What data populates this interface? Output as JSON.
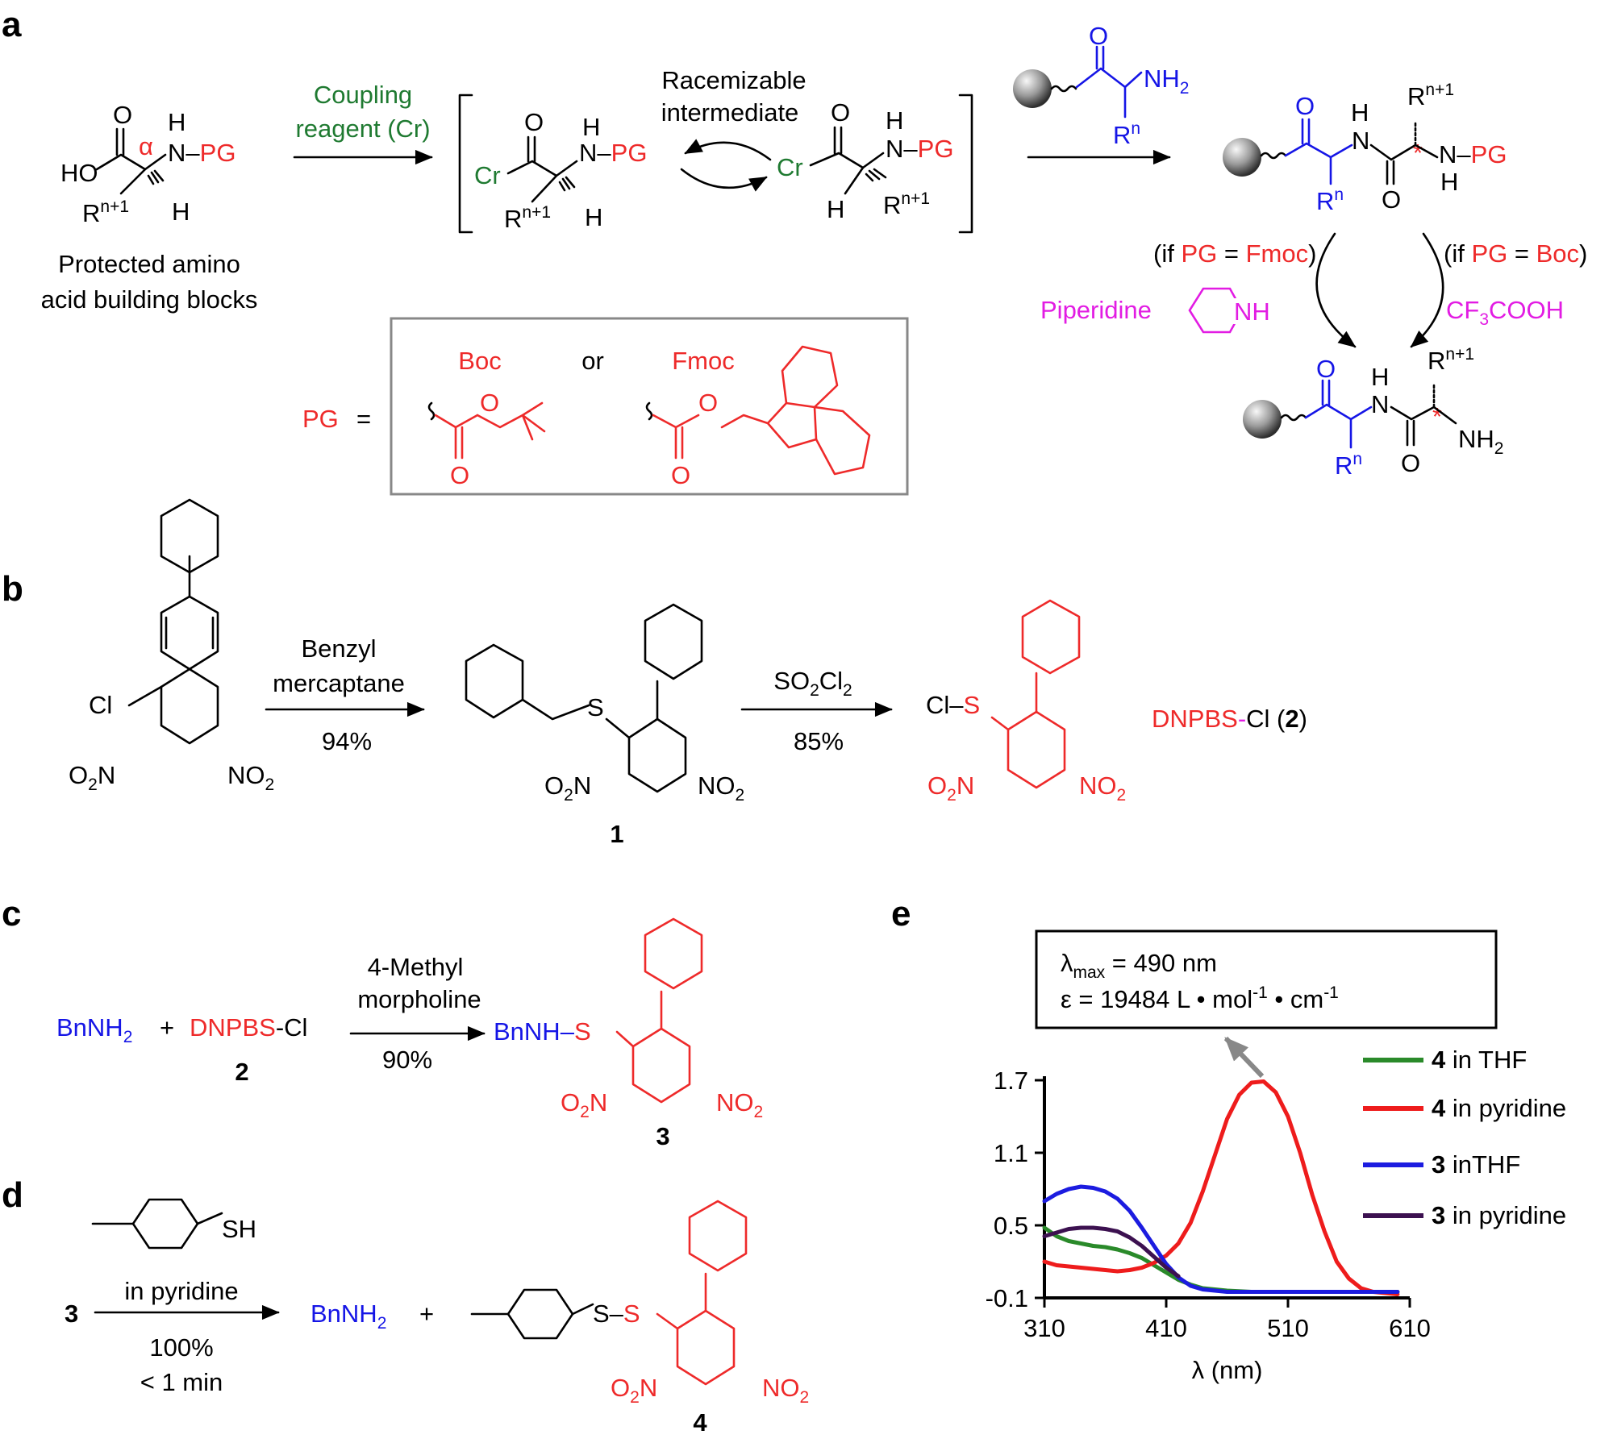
{
  "panels": {
    "a": "a",
    "b": "b",
    "c": "c",
    "d": "d",
    "e": "e"
  },
  "colors": {
    "red": "#ee2a2a",
    "blue": "#1515e6",
    "green": "#1f7a31",
    "magenta": "#e21ce3",
    "purple": "#3c1150",
    "chart_green": "#2a8a2a",
    "chart_red": "#ee1c1c",
    "chart_blue": "#1c1ce0"
  },
  "icons": [
    "resin-bead-icon",
    "reaction-arrow-icon"
  ],
  "panel_a": {
    "coupling_reagent": [
      "Coupling",
      "reagent (Cr)"
    ],
    "racemizable": [
      "Racemizable",
      "intermediate"
    ],
    "building_blocks": [
      "Protected amino",
      "acid building blocks"
    ],
    "if_fmoc": [
      "(if ",
      "PG",
      " = ",
      "Fmoc",
      ")"
    ],
    "if_boc": [
      "(if ",
      "PG",
      " = ",
      "Boc",
      ")"
    ],
    "piperidine": "Piperidine",
    "tfa": [
      "CF",
      "3",
      "COOH"
    ],
    "pg_eq": "PG",
    "eq_sign": "=",
    "boc": "Boc",
    "or": "or",
    "fmoc": "Fmoc",
    "atoms": {
      "o": "O",
      "ho": "HO",
      "h": "H",
      "n_pg": [
        "N–",
        "PG"
      ],
      "cr": "Cr",
      "nh": "NH",
      "nh2": "NH",
      "sub2": "2",
      "alpha": "α",
      "r": "R",
      "n1": "n+1",
      "n": "n",
      "star": "*"
    }
  },
  "panel_b": {
    "reagent1": [
      "Benzyl",
      "mercaptane"
    ],
    "yield1": "94%",
    "reagent2": [
      "SO",
      "2",
      "Cl",
      "2"
    ],
    "yield2": "85%",
    "cl": "Cl",
    "cl_s": [
      "Cl–",
      "S"
    ],
    "s": "S",
    "no2": [
      "NO",
      "2"
    ],
    "o2n": [
      "O",
      "2",
      "N"
    ],
    "compound1": "1",
    "dnpbs": [
      "DNPBS",
      "-",
      "Cl (",
      "2",
      ")"
    ]
  },
  "panel_c": {
    "bnnh2": [
      "BnNH",
      "2"
    ],
    "plus": "+",
    "dnpbs_cl": [
      "DNPBS",
      "-Cl"
    ],
    "label2": "2",
    "reagent": [
      "4-Methyl",
      "morpholine"
    ],
    "yield": "90%",
    "bnnh_s": [
      "BnNH–",
      "S"
    ],
    "label3": "3"
  },
  "panel_d": {
    "sh": "SH",
    "solvent": "in pyridine",
    "label3": "3",
    "yield": "100%",
    "time": "< 1 min",
    "bnnh2": [
      "BnNH",
      "2"
    ],
    "plus": "+",
    "ss": [
      "S–",
      "S"
    ],
    "label4": "4"
  },
  "panel_e": {
    "annotation": {
      "lambda": "λ",
      "max": "max",
      "lambda_val": " = 490 nm",
      "eps": "ε = 19484  L • mol",
      "exp1": "-1",
      "dot": " • cm",
      "exp2": "-1"
    },
    "legend": [
      {
        "bold": "4",
        "text": " in THF",
        "color": "#2a8a2a"
      },
      {
        "bold": "4",
        "text": " in pyridine",
        "color": "#ee1c1c"
      },
      {
        "bold": "3",
        "text": " inTHF",
        "color": "#1c1ce0"
      },
      {
        "bold": "3",
        "text": " in pyridine",
        "color": "#3c1150"
      }
    ]
  },
  "chart_data": {
    "type": "line",
    "xlabel": "λ (nm)",
    "ylabel": "",
    "xlim": [
      310,
      610
    ],
    "ylim": [
      -0.1,
      1.7
    ],
    "xticks": [
      "310",
      "410",
      "510",
      "610"
    ],
    "yticks": [
      "1.7",
      "1.1",
      "0.5",
      "-0.1"
    ],
    "grid": false,
    "legend_position": "right",
    "series": [
      {
        "name": "4 in THF",
        "color": "#2a8a2a",
        "x": [
          310,
          320,
          330,
          340,
          350,
          360,
          370,
          380,
          390,
          400,
          410,
          420,
          430,
          440,
          460,
          480,
          500,
          520,
          540,
          560,
          580,
          600
        ],
        "y": [
          0.48,
          0.41,
          0.37,
          0.35,
          0.33,
          0.32,
          0.3,
          0.27,
          0.23,
          0.17,
          0.11,
          0.05,
          0.01,
          -0.02,
          -0.04,
          -0.05,
          -0.05,
          -0.05,
          -0.05,
          -0.05,
          -0.05,
          -0.05
        ]
      },
      {
        "name": "4 in pyridine",
        "color": "#ee1c1c",
        "x": [
          310,
          320,
          330,
          340,
          350,
          360,
          370,
          380,
          390,
          400,
          410,
          420,
          430,
          440,
          450,
          460,
          470,
          480,
          490,
          500,
          510,
          520,
          530,
          540,
          550,
          560,
          570,
          580,
          590,
          600
        ],
        "y": [
          0.2,
          0.17,
          0.16,
          0.15,
          0.14,
          0.13,
          0.12,
          0.13,
          0.15,
          0.19,
          0.25,
          0.35,
          0.52,
          0.78,
          1.08,
          1.38,
          1.58,
          1.68,
          1.69,
          1.6,
          1.4,
          1.1,
          0.75,
          0.45,
          0.2,
          0.06,
          -0.02,
          -0.05,
          -0.06,
          -0.07
        ]
      },
      {
        "name": "3 inTHF",
        "color": "#1c1ce0",
        "x": [
          310,
          320,
          330,
          340,
          350,
          360,
          370,
          380,
          390,
          400,
          410,
          420,
          430,
          440,
          460,
          480,
          500,
          540,
          580,
          600
        ],
        "y": [
          0.7,
          0.76,
          0.8,
          0.82,
          0.81,
          0.78,
          0.72,
          0.62,
          0.48,
          0.33,
          0.18,
          0.07,
          0.0,
          -0.03,
          -0.05,
          -0.05,
          -0.05,
          -0.05,
          -0.05,
          -0.05
        ]
      },
      {
        "name": "3 in pyridine",
        "color": "#3c1150",
        "x": [
          310,
          320,
          330,
          340,
          350,
          360,
          370,
          380,
          390,
          400,
          410,
          420
        ],
        "y": [
          0.41,
          0.44,
          0.47,
          0.48,
          0.48,
          0.47,
          0.45,
          0.4,
          0.33,
          0.24,
          0.15,
          0.08
        ]
      }
    ],
    "annotations": [
      "λmax = 490 nm",
      "ε = 19484  L • mol-1 • cm-1"
    ]
  }
}
